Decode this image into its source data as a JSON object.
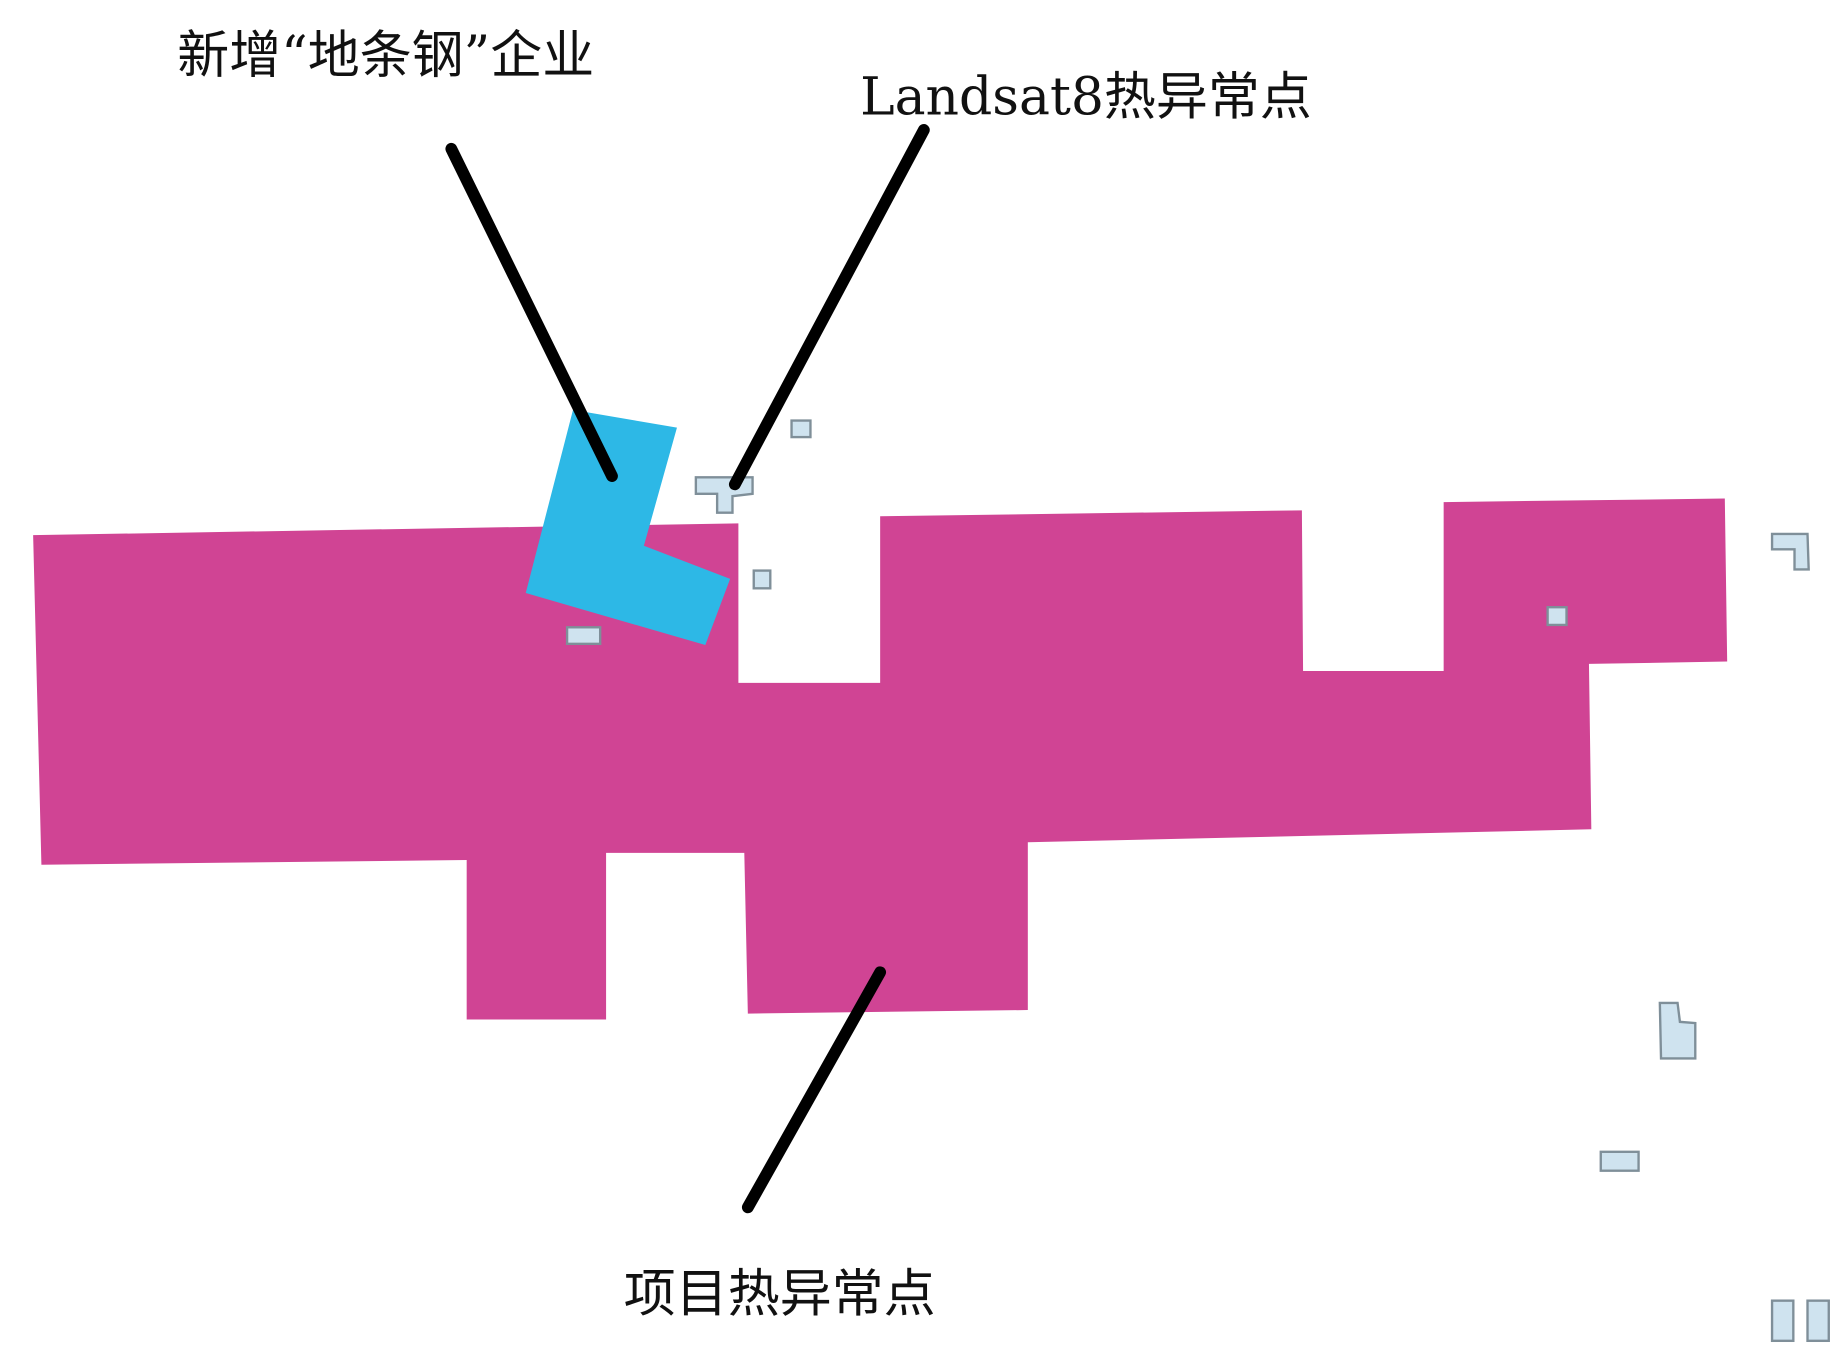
{
  "labels": {
    "new_enterprise": "新增“地条钢”企业",
    "landsat_hotspot": "Landsat8热异常点",
    "project_hotspot": "项目热异常点"
  },
  "colors": {
    "project_area": "#d04494",
    "enterprise": "#2db8e6",
    "hotspot": "#cfe3ef",
    "pointer": "#000000"
  }
}
